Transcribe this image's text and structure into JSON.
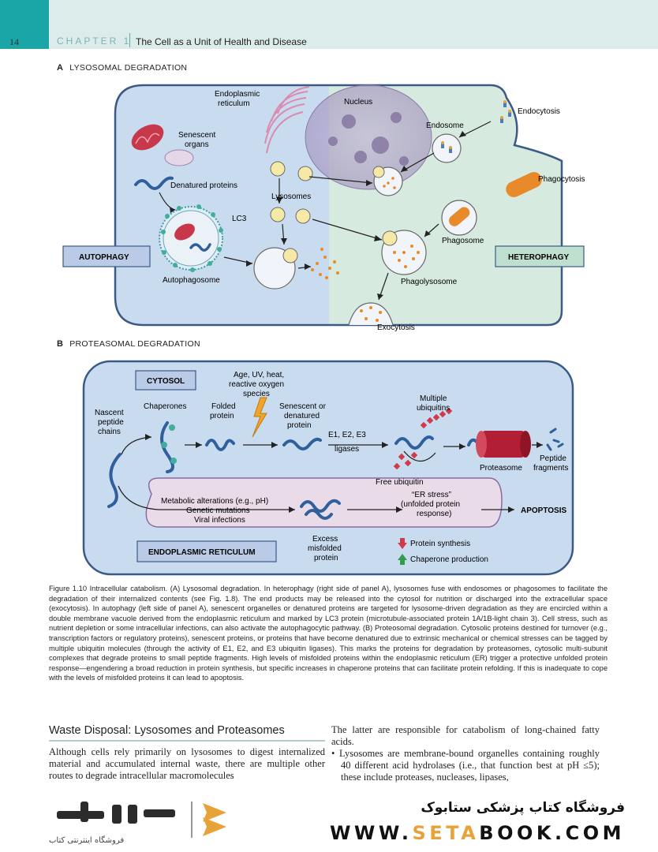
{
  "header": {
    "page_number": "14",
    "chapter_label": "CHAPTER 1",
    "chapter_title": "The Cell as a Unit of Health and Disease"
  },
  "panelA": {
    "letter": "A",
    "title": "LYSOSOMAL DEGRADATION",
    "labels": {
      "er": [
        "Endoplasmic",
        "reticulum"
      ],
      "nucleus": "Nucleus",
      "endocytosis": "Endocytosis",
      "endosome": "Endosome",
      "senescent": [
        "Senescent",
        "organs"
      ],
      "denatured": "Denatured proteins",
      "lysosomes": "Lysosomes",
      "lc3": "LC3",
      "phagocytosis": "Phagocytosis",
      "phagosome": "Phagosome",
      "autophagy": "AUTOPHAGY",
      "heterophagy": "HETEROPHAGY",
      "autophagosome": "Autophagosome",
      "phagolysosome": "Phagolysosome",
      "exocytosis": "Exocytosis"
    }
  },
  "panelB": {
    "letter": "B",
    "title": "PROTEASOMAL DEGRADATION",
    "labels": {
      "cytosol": "CYTOSOL",
      "stress": [
        "Age, UV, heat,",
        "reactive oxygen",
        "species"
      ],
      "nascent": [
        "Nascent",
        "peptide",
        "chains"
      ],
      "chaperones": "Chaperones",
      "folded": [
        "Folded",
        "protein"
      ],
      "senescent": [
        "Senescent or",
        "denatured",
        "protein"
      ],
      "enzymes": "E1, E2, E3",
      "ligases": "ligases",
      "multiple": [
        "Multiple",
        "ubiquitins"
      ],
      "free_ubiquitin": "Free ubiquitin",
      "proteasome": "Proteasome",
      "peptide": [
        "Peptide",
        "fragments"
      ],
      "metabolic": "Metabolic alterations (e.g., pH)",
      "genetic": "Genetic mutations",
      "viral": "Viral infections",
      "er_stress": [
        "“ER stress”",
        "(unfolded protein",
        "response)"
      ],
      "apoptosis": "APOPTOSIS",
      "er_box": "ENDOPLASMIC RETICULUM",
      "excess": [
        "Excess",
        "misfolded",
        "protein"
      ],
      "protein_synth": "Protein synthesis",
      "chaperone_prod": "Chaperone production"
    }
  },
  "caption": {
    "label": "Figure 1.10",
    "text": "Intracellular catabolism. (A) Lysosomal degradation. In heterophagy (right side of panel A), lysosomes fuse with endosomes or phagosomes to facilitate the degradation of their internalized contents (see Fig. 1.8). The end products may be released into the cytosol for nutrition or discharged into the extracellular space (exocytosis). In autophagy (left side of panel A), senescent organelles or denatured proteins are targeted for lysosome-driven degradation as they are encircled within a double membrane vacuole derived from the endoplasmic reticulum and marked by LC3 protein (microtubule-associated protein 1A/1B-light chain 3). Cell stress, such as nutrient depletion or some intracellular infections, can also activate the autophagocytic pathway. (B) Proteosomal degradation. Cytosolic proteins destined for turnover (e.g., transcription factors or regulatory proteins), senescent proteins, or proteins that have become denatured due to extrinsic mechanical or chemical stresses can be tagged by multiple ubiquitin molecules (through the activity of E1, E2, and E3 ubiquitin ligases). This marks the proteins for degradation by proteasomes, cytosolic multi-subunit complexes that degrade proteins to small peptide fragments. High levels of misfolded proteins within the endoplasmic reticulum (ER) trigger a protective unfolded protein response—engendering a broad reduction in protein synthesis, but specific increases in chaperone proteins that can facilitate protein refolding. If this is inadequate to cope with the levels of misfolded proteins it can lead to apoptosis."
  },
  "section": {
    "heading": "Waste Disposal: Lysosomes and Proteasomes",
    "left_text": "Although cells rely primarily on lysosomes to digest internalized material and accumulated internal waste, there are multiple other routes to degrade intracellular macromolecules",
    "right_text_1": "The latter are responsible for catabolism of long-chained fatty acids.",
    "right_bullet": "• Lysosomes are membrane-bound organelles containing roughly 40 different acid hydrolases (i.e., that function best at pH ≤5); these include proteases, nucleases, lipases,"
  },
  "watermark": {
    "fa_title": "فروشگاه کتاب پزشکی ستابوک",
    "url_prefix": "WWW.",
    "url_brand": "SETA",
    "url_suffix": "BOOK.COM",
    "fa_sub": "فروشگاه اینترنتی کتاب"
  },
  "colors": {
    "accent_teal": "#1aa6a6",
    "cell_blue": "#c9dcef",
    "cell_green": "#d7eadf",
    "orange": "#e88a2a"
  }
}
